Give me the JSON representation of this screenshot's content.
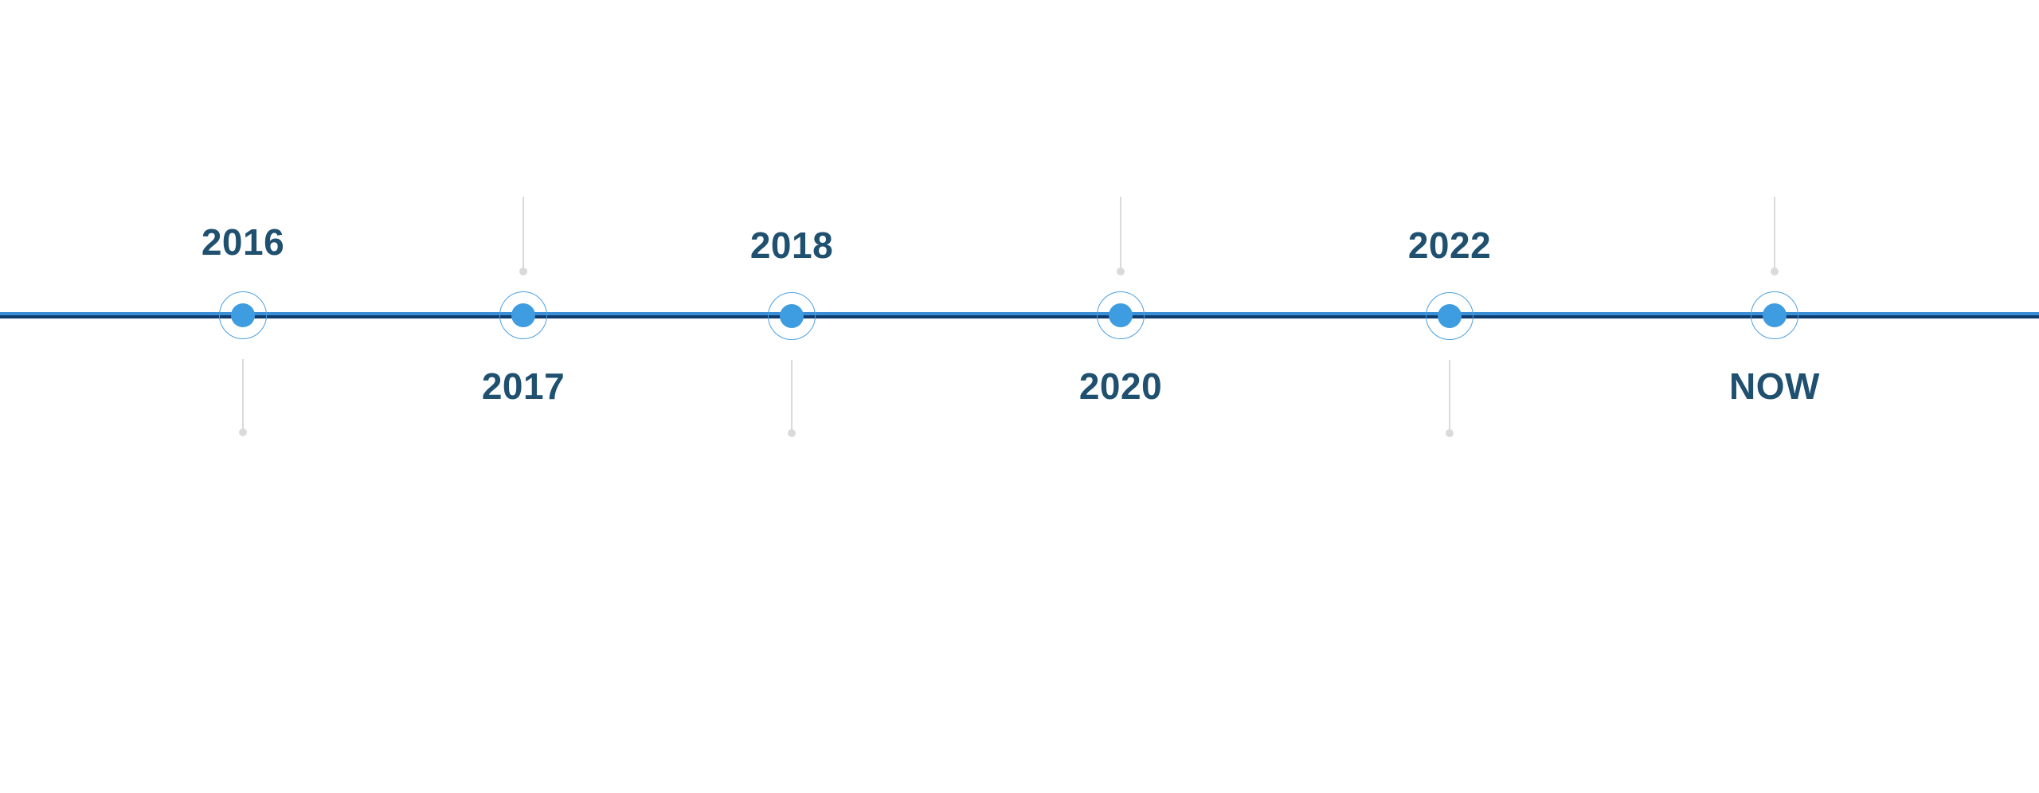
{
  "timeline": {
    "colors": {
      "line_light": "#3b8fd6",
      "line_dark": "#0f3c6e",
      "node": "#3e9ce0",
      "label": "#20506f",
      "connector": "#dadada"
    },
    "milestones": [
      {
        "label": "2016",
        "label_position": "above"
      },
      {
        "label": "2017",
        "label_position": "below"
      },
      {
        "label": "2018",
        "label_position": "above"
      },
      {
        "label": "2020",
        "label_position": "below"
      },
      {
        "label": "2022",
        "label_position": "above"
      },
      {
        "label": "NOW",
        "label_position": "below"
      }
    ]
  }
}
